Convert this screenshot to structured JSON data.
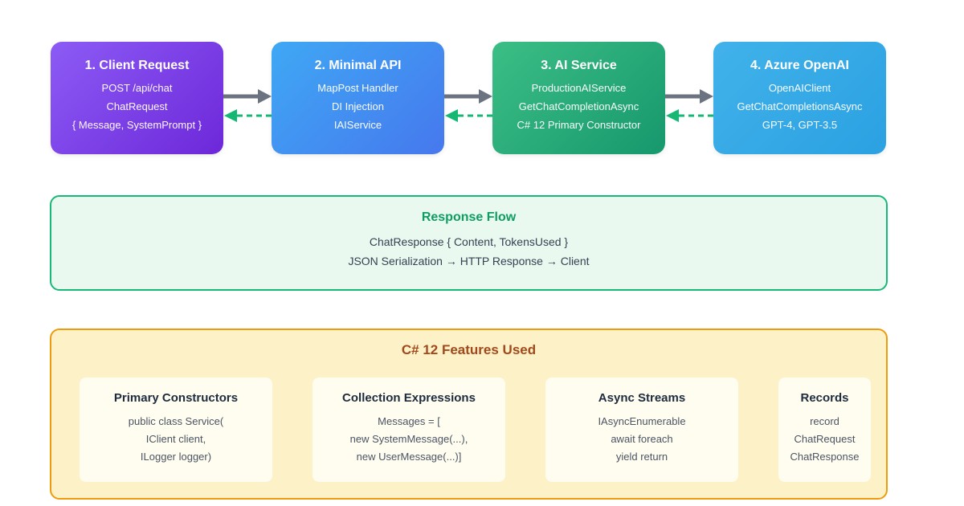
{
  "colors": {
    "box1_from": "#8c5bf5",
    "box1_to": "#6d28d9",
    "box2_from": "#3fa8f4",
    "box2_to": "#4678ee",
    "box3_from": "#3cbe86",
    "box3_to": "#17986d",
    "box4_from": "#41b2ea",
    "box4_to": "#2ba1e2",
    "arrow_forward": "#6b7280",
    "arrow_return": "#14b873",
    "resp_bg": "#e9f9f0",
    "resp_border": "#18b877",
    "resp_title": "#0f9e62",
    "body_text": "#374151",
    "feat_bg": "#fdf1c8",
    "feat_border": "#ee9b0d",
    "feat_title": "#a0491c",
    "card_bg": "#fffcf0",
    "card_title": "#1e2c3e",
    "card_text": "#4b5563"
  },
  "icons": {
    "forward_arrow": "solid right arrow ▶",
    "return_arrow": "dashed left arrow ◀"
  },
  "flow": {
    "steps": [
      {
        "title": "1. Client Request",
        "lines": [
          "POST /api/chat",
          "ChatRequest",
          "{ Message, SystemPrompt }"
        ]
      },
      {
        "title": "2. Minimal API",
        "lines": [
          "MapPost Handler",
          "DI Injection",
          "IAIService"
        ]
      },
      {
        "title": "3. AI Service",
        "lines": [
          "ProductionAIService",
          "GetChatCompletionAsync",
          "C# 12 Primary Constructor"
        ]
      },
      {
        "title": "4. Azure OpenAI",
        "lines": [
          "OpenAIClient",
          "GetChatCompletionsAsync",
          "GPT-4, GPT-3.5"
        ]
      }
    ]
  },
  "response_flow": {
    "title": "Response Flow",
    "lines": [
      "ChatResponse { Content, TokensUsed }",
      "JSON Serialization → HTTP Response → Client"
    ]
  },
  "features": {
    "title": "C# 12 Features Used",
    "cards": [
      {
        "title": "Primary Constructors",
        "lines": [
          "public class Service(",
          "IClient client,",
          "ILogger logger)"
        ]
      },
      {
        "title": "Collection Expressions",
        "lines": [
          "Messages = [",
          "new SystemMessage(...),",
          "new UserMessage(...)]"
        ]
      },
      {
        "title": "Async Streams",
        "lines": [
          "IAsyncEnumerable",
          "await foreach",
          "yield return"
        ]
      },
      {
        "title": "Records",
        "lines": [
          "record",
          "ChatRequest",
          "ChatResponse"
        ]
      }
    ]
  }
}
